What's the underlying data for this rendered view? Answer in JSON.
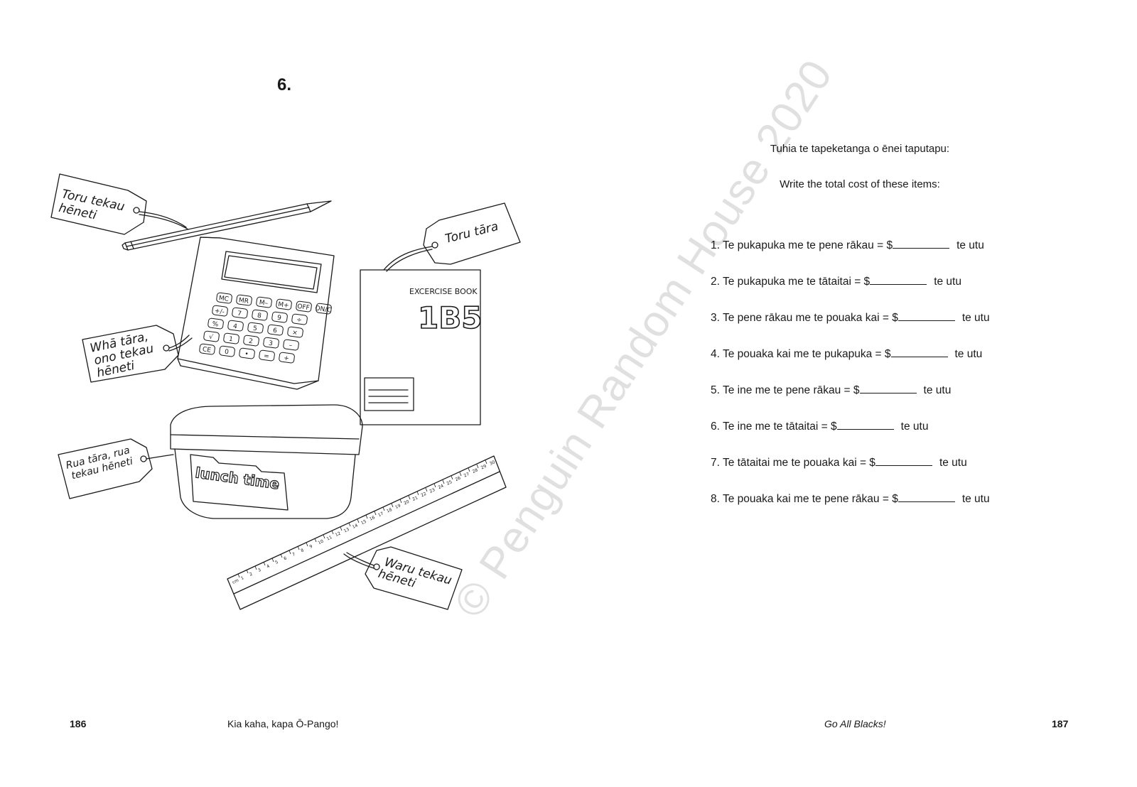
{
  "exercise": {
    "number": "6."
  },
  "tags": {
    "pencil": [
      "Toru tekau",
      "hēneti"
    ],
    "book": [
      "Toru tāra"
    ],
    "calculator": [
      "Whā tāra,",
      "ono tekau",
      "hēneti"
    ],
    "lunchbox": [
      "Rua tāra, rua",
      "tekau hēneti"
    ],
    "ruler": [
      "Waru tekau",
      "hēneti"
    ]
  },
  "illustration": {
    "book_label": "EXCERCISE BOOK",
    "book_code": "1B5",
    "lunchbox_label": "lunch time",
    "calculator_keys": [
      "MC",
      "MR",
      "M–",
      "M+",
      "OFF",
      "ON/C",
      "+/-",
      "7",
      "8",
      "9",
      "÷",
      "%",
      "4",
      "5",
      "6",
      "×",
      "√",
      "1",
      "2",
      "3",
      "–",
      "CE",
      "0",
      "•",
      "=",
      "+"
    ],
    "ruler_top_numbers": [
      "cm",
      "1",
      "2",
      "3",
      "4",
      "5",
      "6",
      "7",
      "8",
      "9",
      "10",
      "11",
      "12",
      "13",
      "14",
      "15",
      "16",
      "17",
      "18",
      "19",
      "20",
      "21",
      "22",
      "23",
      "24",
      "25",
      "26",
      "27",
      "28",
      "29",
      "30"
    ]
  },
  "instructions": {
    "maori": "Tuhia te tapeketanga o ēnei taputapu:",
    "english": "Write the total cost of these items:"
  },
  "questions": [
    {
      "text": "1. Te pukapuka me te pene rākau = $",
      "suffix": "te utu"
    },
    {
      "text": "2. Te pukapuka me te tātaitai = $",
      "suffix": "te utu"
    },
    {
      "text": "3. Te pene rākau me te pouaka kai = $",
      "suffix": "te utu"
    },
    {
      "text": "4. Te pouaka kai me te pukapuka = $",
      "suffix": "te utu"
    },
    {
      "text": "5. Te ine me te pene rākau = $",
      "suffix": "te utu"
    },
    {
      "text": "6. Te ine me te tātaitai = $",
      "suffix": "te utu"
    },
    {
      "text": "7. Te tātaitai me te pouaka kai = $",
      "suffix": "te utu"
    },
    {
      "text": "8. Te pouaka kai me te pene rākau = $",
      "suffix": "te utu"
    }
  ],
  "footer": {
    "left_page_number": "186",
    "left_title": "Kia kaha, kapa Ō-Pango!",
    "right_title": "Go All Blacks!",
    "right_page_number": "187"
  },
  "watermark": "© Penguin Random House 2020"
}
